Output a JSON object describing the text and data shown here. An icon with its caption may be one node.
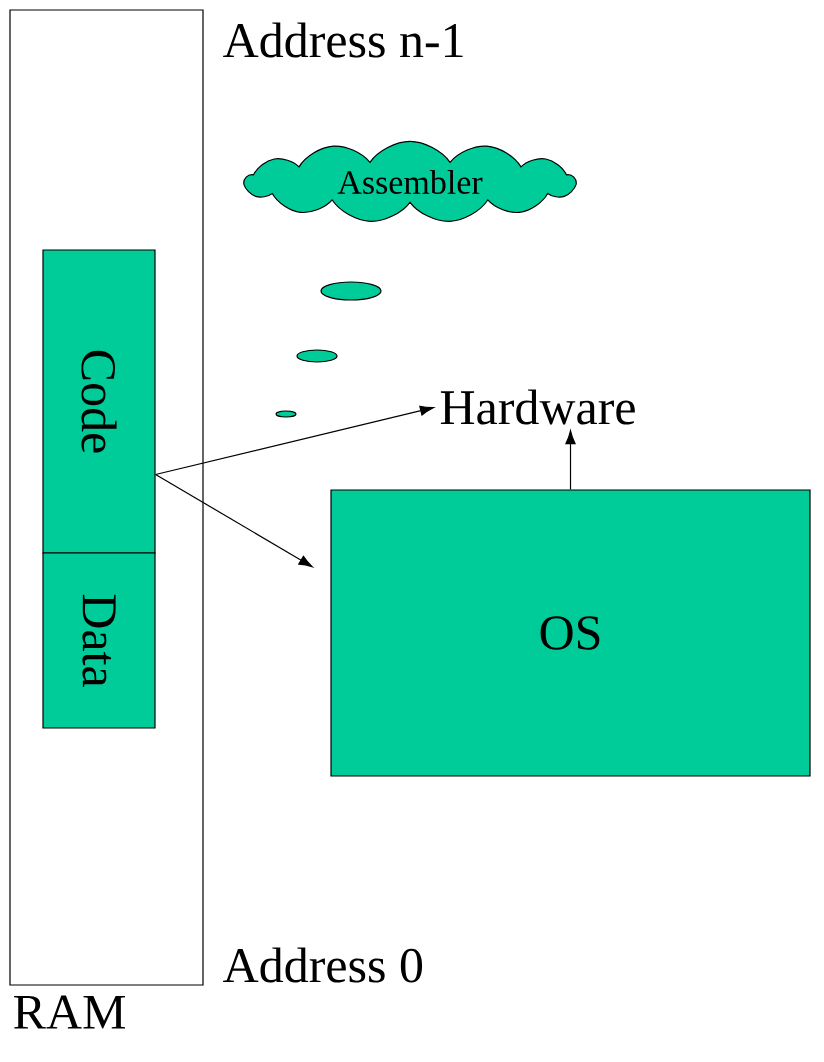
{
  "diagram": {
    "nodes": [
      {
        "text": [
          "RAM"
        ],
        "beside": [
          "Address n-1",
          "Address 0"
        ]
      },
      {
        "text": [
          "Code"
        ],
        "in": 0
      },
      {
        "text": [
          "Data"
        ],
        "in": 0
      },
      {
        "text": [
          "Assembler"
        ]
      },
      {
        "text": [
          "Hardware"
        ]
      },
      {
        "text": [
          "OS"
        ]
      }
    ],
    "edges": [
      {
        "from": 1,
        "to": 4,
        "arrow": "to"
      },
      {
        "from": 1,
        "to": 5,
        "arrow": "to"
      },
      {
        "from": 5,
        "to": 4,
        "arrow": "to"
      }
    ]
  }
}
